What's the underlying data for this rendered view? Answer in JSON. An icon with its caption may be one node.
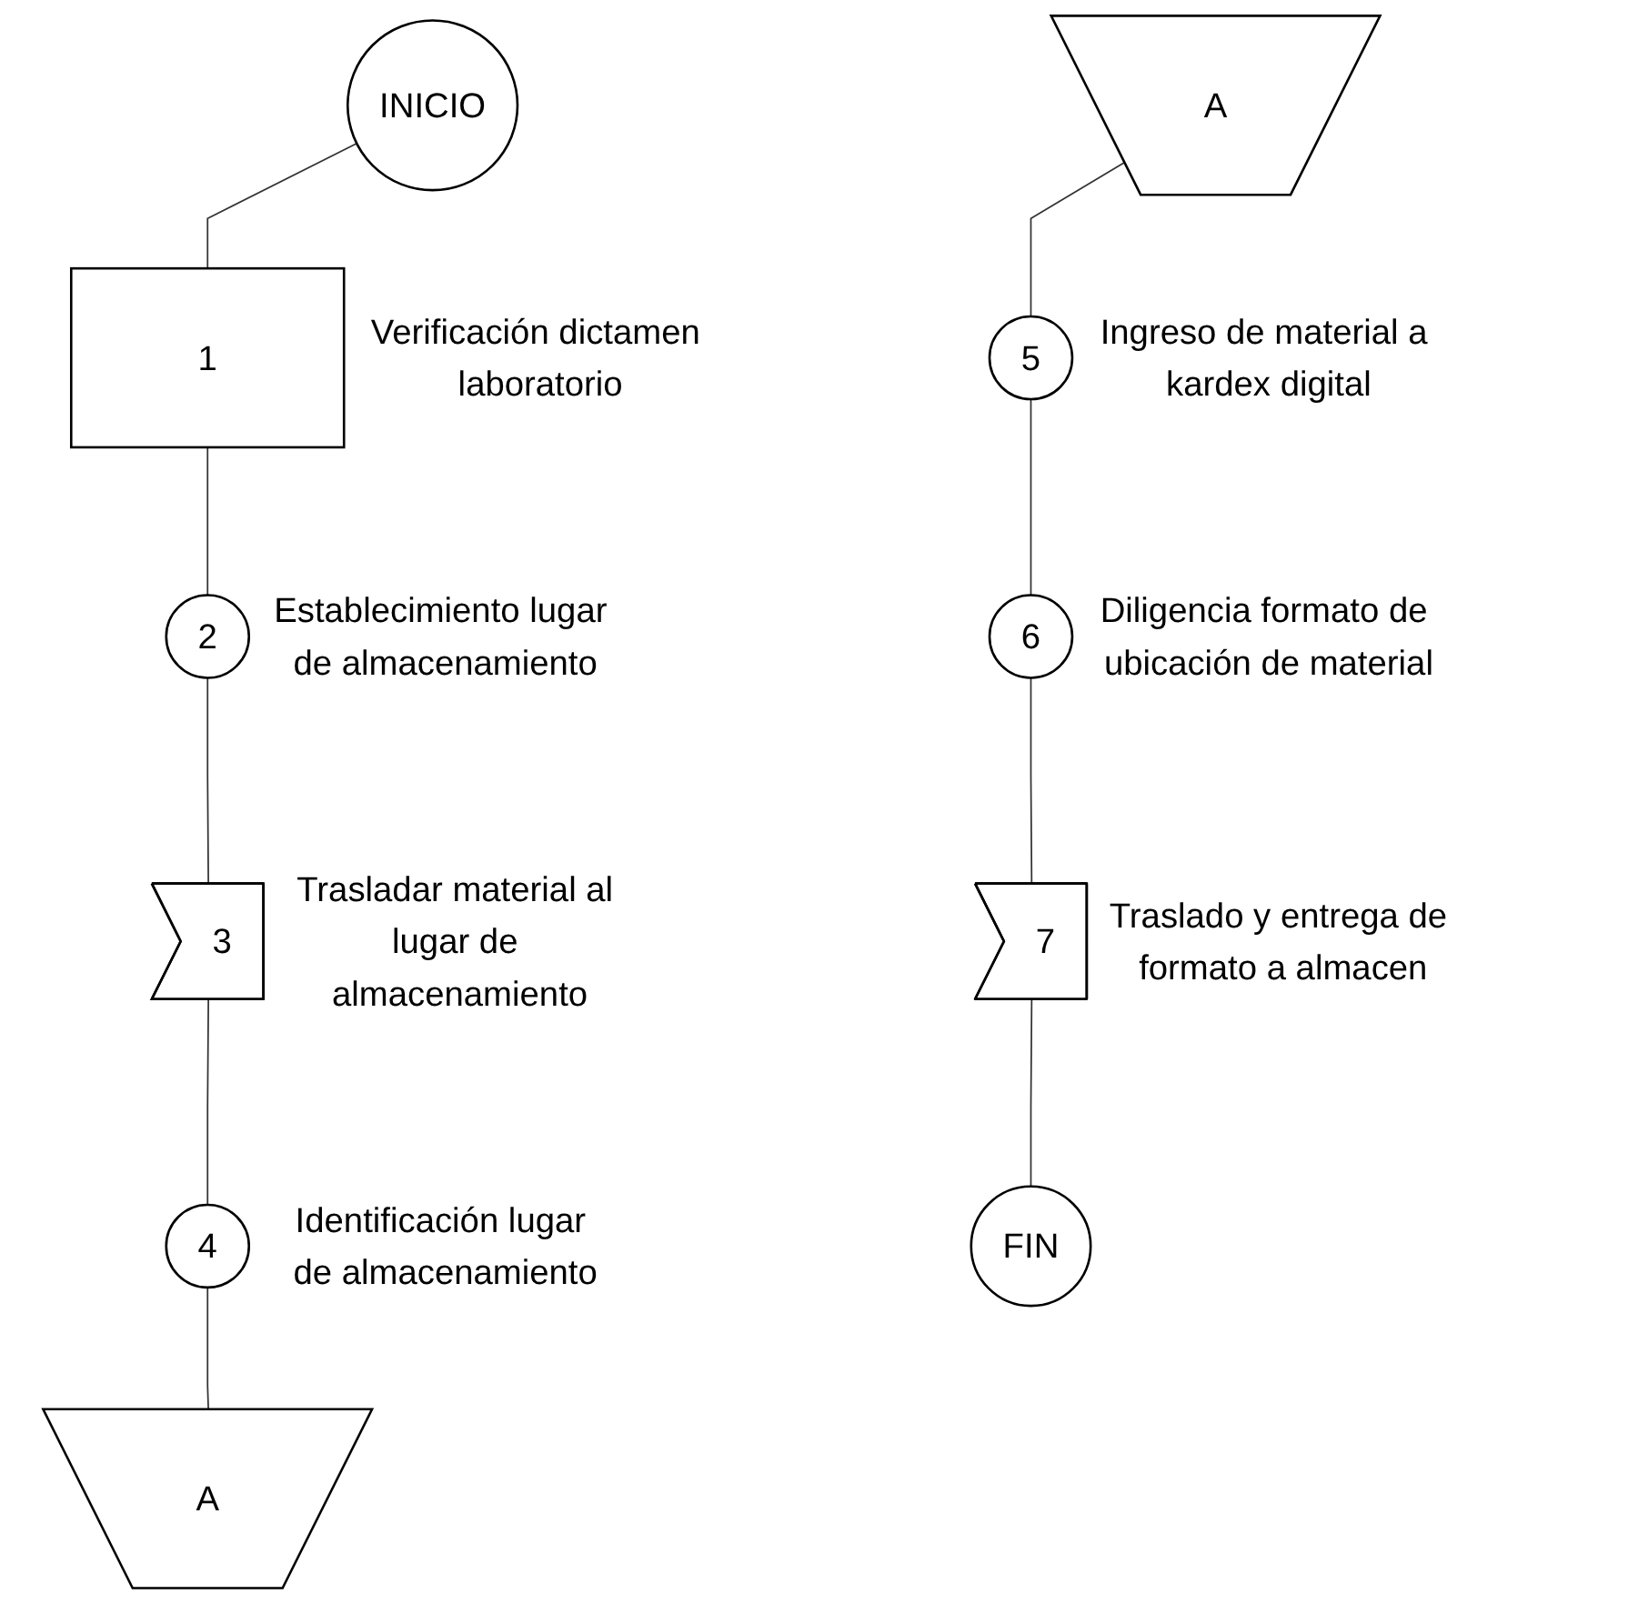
{
  "diagram": {
    "nodes": [
      {
        "text": [
          "INICIO"
        ]
      },
      {
        "text": [
          "1"
        ],
        "beside": [
          "Verificación dictamen laboratorio"
        ]
      },
      {
        "text": [
          "2"
        ],
        "beside": [
          "Establecimiento lugar de almacenamiento"
        ]
      },
      {
        "text": [
          "3"
        ],
        "beside": [
          "Trasladar material al lugar de almacenamiento"
        ]
      },
      {
        "text": [
          "4"
        ],
        "beside": [
          "Identificación lugar de almacenamiento"
        ]
      },
      {
        "text": [
          "A"
        ]
      },
      {
        "text": [
          "A"
        ]
      },
      {
        "text": [
          "5"
        ],
        "beside": [
          "Ingreso de material a kardex digital"
        ]
      },
      {
        "text": [
          "6"
        ],
        "beside": [
          "Diligencia formato de ubicación de material"
        ]
      },
      {
        "text": [
          "7"
        ],
        "beside": [
          "Traslado y entrega de formato a almacen"
        ]
      },
      {
        "text": [
          "FIN"
        ]
      }
    ],
    "edges": [
      {
        "from": 0,
        "to": 1,
        "arrow": "none"
      },
      {
        "from": 1,
        "to": 2,
        "arrow": "none"
      },
      {
        "from": 2,
        "to": 3,
        "arrow": "none"
      },
      {
        "from": 3,
        "to": 4,
        "arrow": "none"
      },
      {
        "from": 4,
        "to": 5,
        "arrow": "none"
      },
      {
        "from": 6,
        "to": 7,
        "arrow": "none"
      },
      {
        "from": 7,
        "to": 8,
        "arrow": "none"
      },
      {
        "from": 8,
        "to": 9,
        "arrow": "none"
      },
      {
        "from": 9,
        "to": 10,
        "arrow": "none"
      }
    ]
  }
}
